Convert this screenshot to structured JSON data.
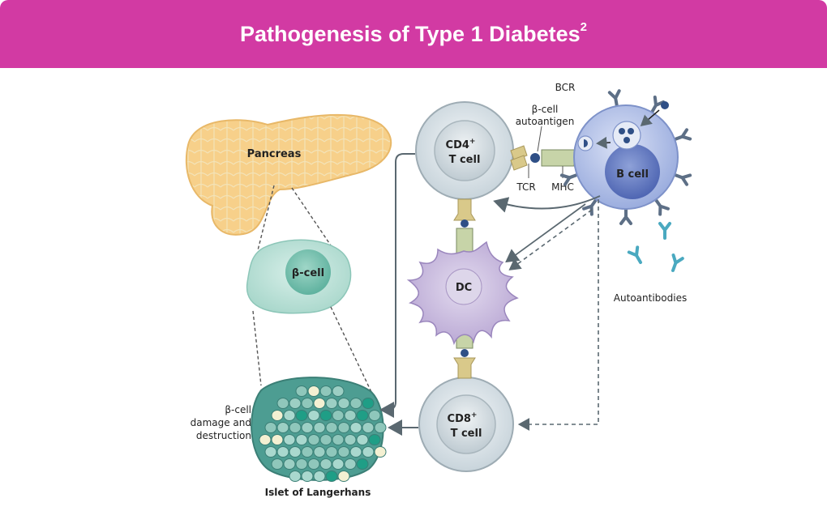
{
  "header": {
    "title": "Pathogenesis of Type 1 Diabetes",
    "superscript": "2"
  },
  "labels": {
    "pancreas": "Pancreas",
    "beta_cell": "β-cell",
    "cd4_line1": "CD4",
    "cd4_sup": "+",
    "cd4_line2": "T cell",
    "dc": "DC",
    "cd8_line1": "CD8",
    "cd8_sup": "+",
    "cd8_line2": "T cell",
    "b_cell": "B cell",
    "bcr": "BCR",
    "autoantigen_line1": "β-cell",
    "autoantigen_line2": "autoantigen",
    "tcr": "TCR",
    "mhc": "MHC",
    "autoantibodies": "Autoantibodies",
    "damage_line1": "β-cell",
    "damage_line2": "damage and",
    "damage_line3": "destruction",
    "islet": "Islet of Langerhans"
  },
  "colors": {
    "header": "#d23aa3",
    "pancreas": "#f7d08a",
    "beta_cell": "#b9e0d6",
    "t_cell": "#dde6ea",
    "b_cell": "#a8b8e6",
    "dc": "#c7b8dc",
    "antibody": "#4aa9c0"
  }
}
